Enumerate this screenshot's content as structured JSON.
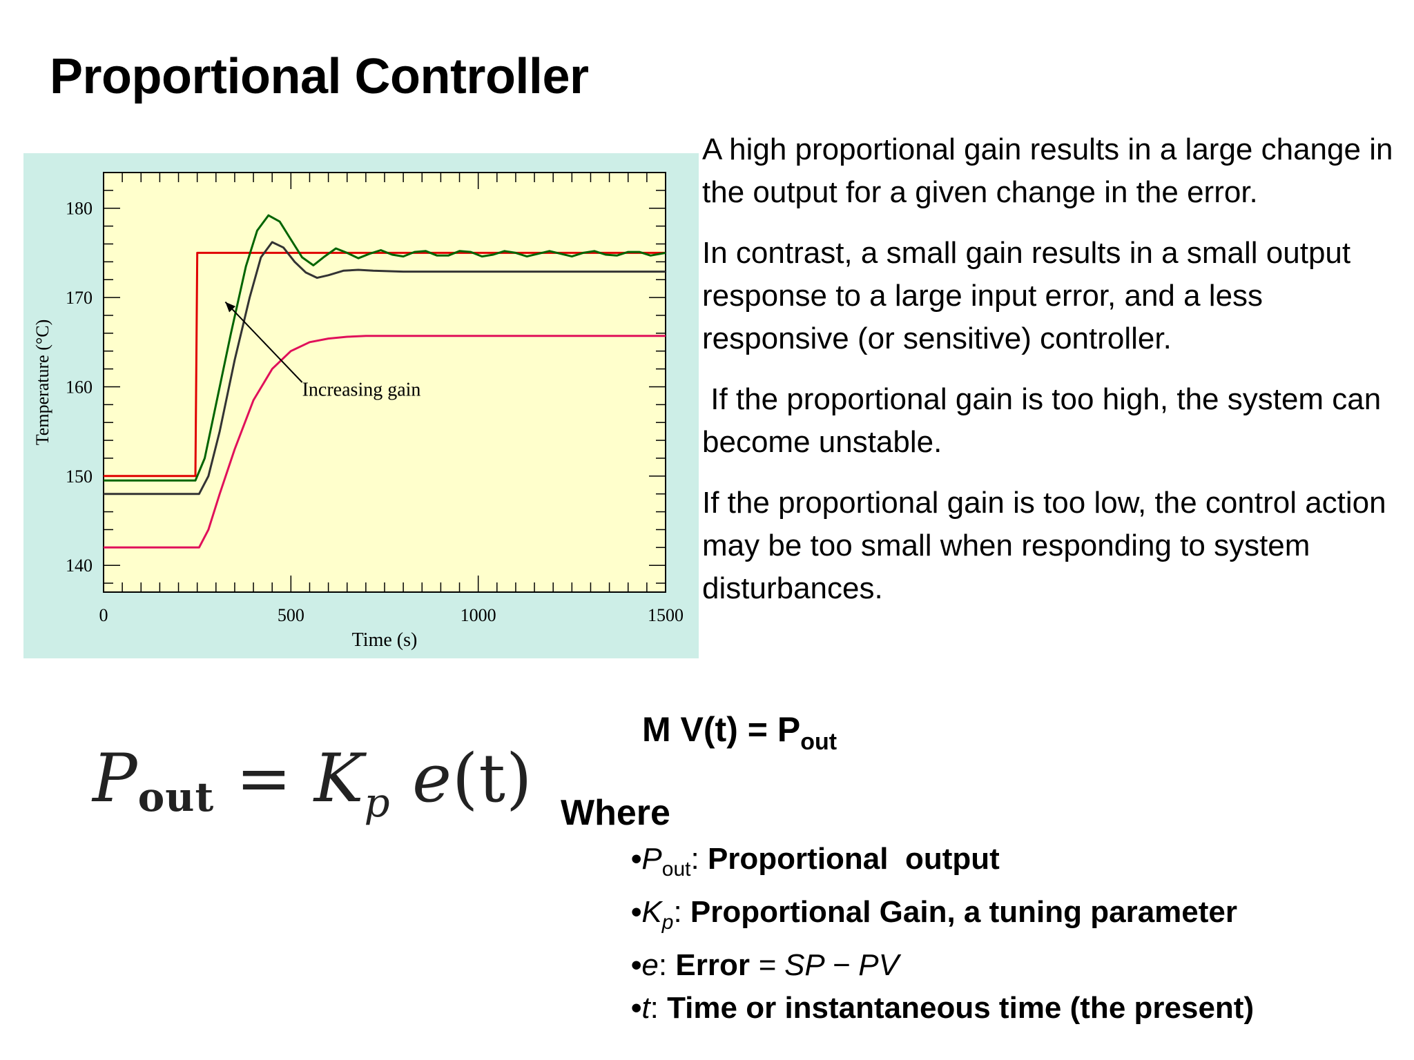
{
  "title": "Proportional Controller",
  "paragraphs": [
    "A high proportional gain results in a large change in the output for a given change in the error.",
    "In contrast, a small gain results in a small output response to a large input error, and a less responsive (or sensitive) controller.",
    " If the proportional gain is too high, the system can become unstable.",
    "If the proportional gain is too low, the control action may be too small when responding to system disturbances."
  ],
  "formula": {
    "p": "P",
    "out": "out",
    "eq": " = ",
    "k": "K",
    "p_sub": "p",
    "e": " e",
    "t": "(t)"
  },
  "mv_equation": {
    "lhs": "M V(t) = P",
    "sub": "out"
  },
  "where_label": "Where",
  "definitions": [
    {
      "bullet": "•",
      "symbol": "P",
      "sub": "out",
      "colon": ": ",
      "desc": "Proportional  output",
      "extra": ""
    },
    {
      "bullet": "•",
      "symbol": "K",
      "sub": "p",
      "colon": ": ",
      "desc": "Proportional Gain, a tuning parameter",
      "extra": ""
    },
    {
      "bullet": "•",
      "symbol": "e",
      "sub": "",
      "colon": ": ",
      "desc": "Error",
      "extra": " = SP − PV"
    },
    {
      "bullet": "•",
      "symbol": "t",
      "sub": "",
      "colon": ": ",
      "desc": "Time or instantaneous time (the present)",
      "extra": ""
    }
  ],
  "chart_data": {
    "type": "line",
    "title": "",
    "xlabel": "Time (s)",
    "ylabel": "Temperature (°C)",
    "xlim": [
      0,
      1500
    ],
    "ylim": [
      137,
      184
    ],
    "xticks": [
      0,
      500,
      1000,
      1500
    ],
    "yticks": [
      140,
      150,
      160,
      170,
      180
    ],
    "annotation": "Increasing gain",
    "colors": {
      "plot_bg": "#ffffcc",
      "panel_bg": "#cdeee7",
      "setpoint": "#e00000",
      "high_gain": "#006400",
      "mid_gain": "#333333",
      "low_gain": "#e0105a"
    },
    "series": [
      {
        "values": [
          [
            0,
            150
          ],
          [
            245,
            150
          ],
          [
            250,
            175
          ],
          [
            1500,
            175
          ]
        ]
      },
      {
        "values": [
          [
            0,
            149.5
          ],
          [
            245,
            149.5
          ],
          [
            270,
            152
          ],
          [
            300,
            158
          ],
          [
            340,
            166
          ],
          [
            380,
            173.5
          ],
          [
            410,
            177.5
          ],
          [
            440,
            179.2
          ],
          [
            470,
            178.5
          ],
          [
            500,
            176.5
          ],
          [
            530,
            174.5
          ],
          [
            560,
            173.6
          ],
          [
            590,
            174.6
          ],
          [
            620,
            175.5
          ],
          [
            650,
            175
          ],
          [
            680,
            174.4
          ],
          [
            710,
            174.9
          ],
          [
            740,
            175.3
          ],
          [
            770,
            174.8
          ],
          [
            800,
            174.6
          ],
          [
            830,
            175.1
          ],
          [
            860,
            175.2
          ],
          [
            890,
            174.7
          ],
          [
            920,
            174.7
          ],
          [
            950,
            175.2
          ],
          [
            980,
            175.1
          ],
          [
            1010,
            174.6
          ],
          [
            1040,
            174.8
          ],
          [
            1070,
            175.2
          ],
          [
            1100,
            175
          ],
          [
            1130,
            174.6
          ],
          [
            1160,
            174.9
          ],
          [
            1190,
            175.2
          ],
          [
            1220,
            174.9
          ],
          [
            1250,
            174.6
          ],
          [
            1280,
            175
          ],
          [
            1310,
            175.2
          ],
          [
            1340,
            174.8
          ],
          [
            1370,
            174.7
          ],
          [
            1400,
            175.1
          ],
          [
            1430,
            175.1
          ],
          [
            1460,
            174.7
          ],
          [
            1500,
            175
          ]
        ]
      },
      {
        "values": [
          [
            0,
            148
          ],
          [
            255,
            148
          ],
          [
            280,
            150
          ],
          [
            310,
            155
          ],
          [
            350,
            163
          ],
          [
            390,
            170
          ],
          [
            420,
            174.5
          ],
          [
            450,
            176.2
          ],
          [
            480,
            175.6
          ],
          [
            510,
            174
          ],
          [
            540,
            172.8
          ],
          [
            570,
            172.2
          ],
          [
            600,
            172.5
          ],
          [
            640,
            173
          ],
          [
            680,
            173.1
          ],
          [
            720,
            173
          ],
          [
            800,
            172.9
          ],
          [
            1000,
            172.9
          ],
          [
            1500,
            172.9
          ]
        ]
      },
      {
        "values": [
          [
            0,
            142
          ],
          [
            255,
            142
          ],
          [
            280,
            144
          ],
          [
            310,
            148
          ],
          [
            350,
            153
          ],
          [
            400,
            158.5
          ],
          [
            450,
            162
          ],
          [
            500,
            164
          ],
          [
            550,
            165
          ],
          [
            600,
            165.4
          ],
          [
            650,
            165.6
          ],
          [
            700,
            165.7
          ],
          [
            800,
            165.7
          ],
          [
            1500,
            165.7
          ]
        ]
      }
    ]
  }
}
